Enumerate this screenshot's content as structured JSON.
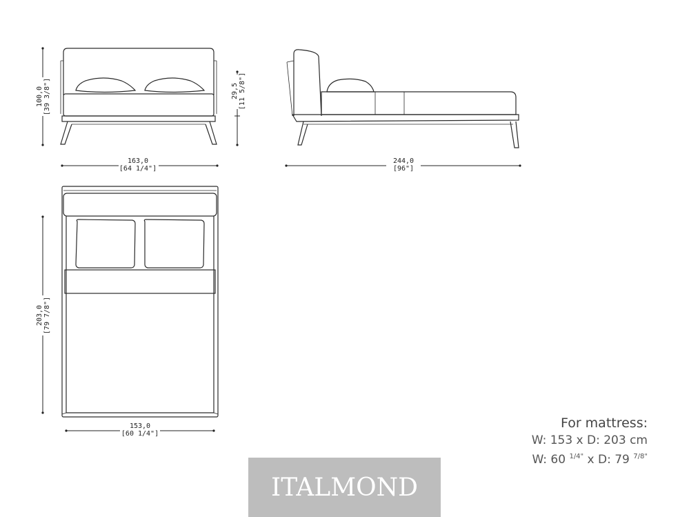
{
  "dimensions": {
    "front_height": {
      "cm": "100,0",
      "in": "[39 3/8\"]"
    },
    "front_seat_height": {
      "cm": "29,5",
      "in": "[11 5/8\"]"
    },
    "front_width": {
      "cm": "163,0",
      "in": "[64 1/4\"]"
    },
    "side_length": {
      "cm": "244,0",
      "in": "[96\"]"
    },
    "top_length": {
      "cm": "203,0",
      "in": "[79 7/8\"]"
    },
    "top_width": {
      "cm": "153,0",
      "in": "[60 1/4\"]"
    }
  },
  "mattress": {
    "title": "For mattress:",
    "metric_line": "W: 153 x D: 203 cm",
    "imperial_w_prefix": "W: 60 ",
    "imperial_w_sup": "1/4\"",
    "imperial_mid": " x D: 79 ",
    "imperial_d_sup": "7/8\""
  },
  "brand": {
    "name": "ITALMOND",
    "background": "#bdbdbd",
    "color": "#ffffff"
  }
}
